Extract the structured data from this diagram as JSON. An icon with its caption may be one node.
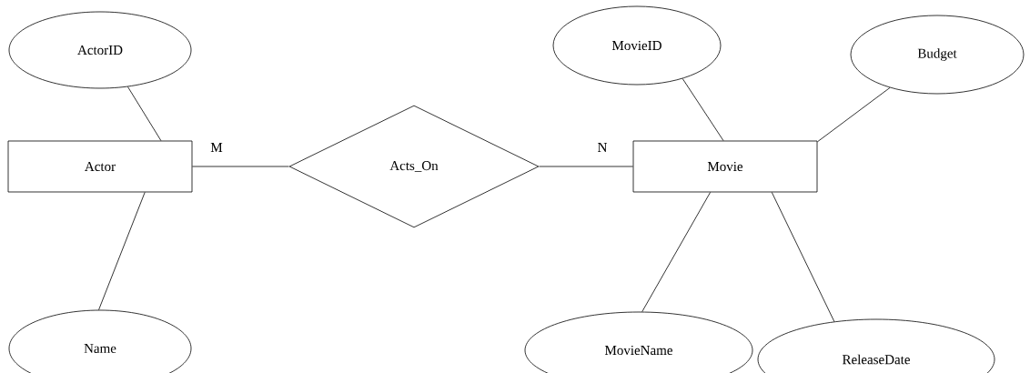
{
  "diagram": {
    "nodes": [
      {
        "text": [
          "ActorID"
        ]
      },
      {
        "text": [
          "Actor"
        ]
      },
      {
        "text": [
          "Name"
        ]
      },
      {
        "text": [
          "Acts_On"
        ]
      },
      {
        "text": [
          "MovieID"
        ]
      },
      {
        "text": [
          "Budget"
        ]
      },
      {
        "text": [
          "Movie"
        ]
      },
      {
        "text": [
          "MovieName"
        ]
      },
      {
        "text": [
          "ReleaseDate"
        ]
      }
    ],
    "edges": [
      {
        "from": 0,
        "to": 1,
        "arrow": "none"
      },
      {
        "from": 1,
        "to": 2,
        "arrow": "none"
      },
      {
        "from": 1,
        "to": 3,
        "arrow": "none",
        "label": "M"
      },
      {
        "from": 3,
        "to": 6,
        "arrow": "none",
        "label": "N"
      },
      {
        "from": 4,
        "to": 6,
        "arrow": "none"
      },
      {
        "from": 5,
        "to": 6,
        "arrow": "none"
      },
      {
        "from": 6,
        "to": 7,
        "arrow": "none"
      },
      {
        "from": 6,
        "to": 8,
        "arrow": "none"
      }
    ]
  }
}
